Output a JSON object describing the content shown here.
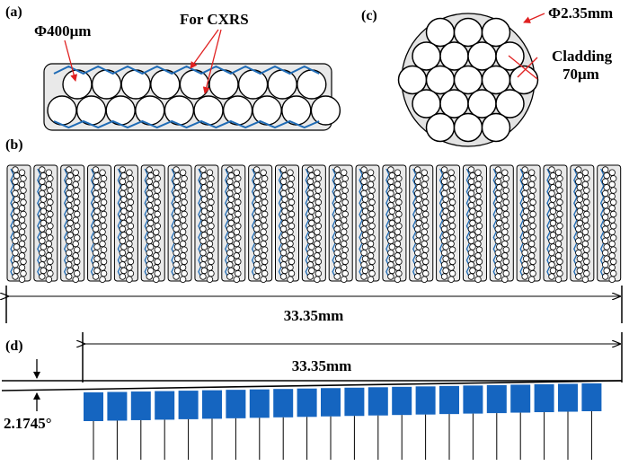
{
  "panels": {
    "a": {
      "label": "(a)",
      "fiber_diameter": "Φ400μm",
      "cxrs_label": "For CXRS",
      "fibers_per_row": [
        9,
        10
      ]
    },
    "b": {
      "label": "(b)",
      "bundle_count": 23,
      "fibers_per_column": 19,
      "width_label": "33.35mm"
    },
    "c": {
      "label": "(c)",
      "outer_diameter": "Φ2.35mm",
      "cladding_line1": "Cladding",
      "cladding_line2": "70μm"
    },
    "d": {
      "label": "(d)",
      "width_label": "33.35mm",
      "angle_label": "2.1745°",
      "block_count": 22
    }
  },
  "colors": {
    "fiber_blue": "#1f6bb5",
    "block_blue": "#1565c0",
    "bundle_fill": "#e9e9e9",
    "annotation_red": "#e02020"
  }
}
